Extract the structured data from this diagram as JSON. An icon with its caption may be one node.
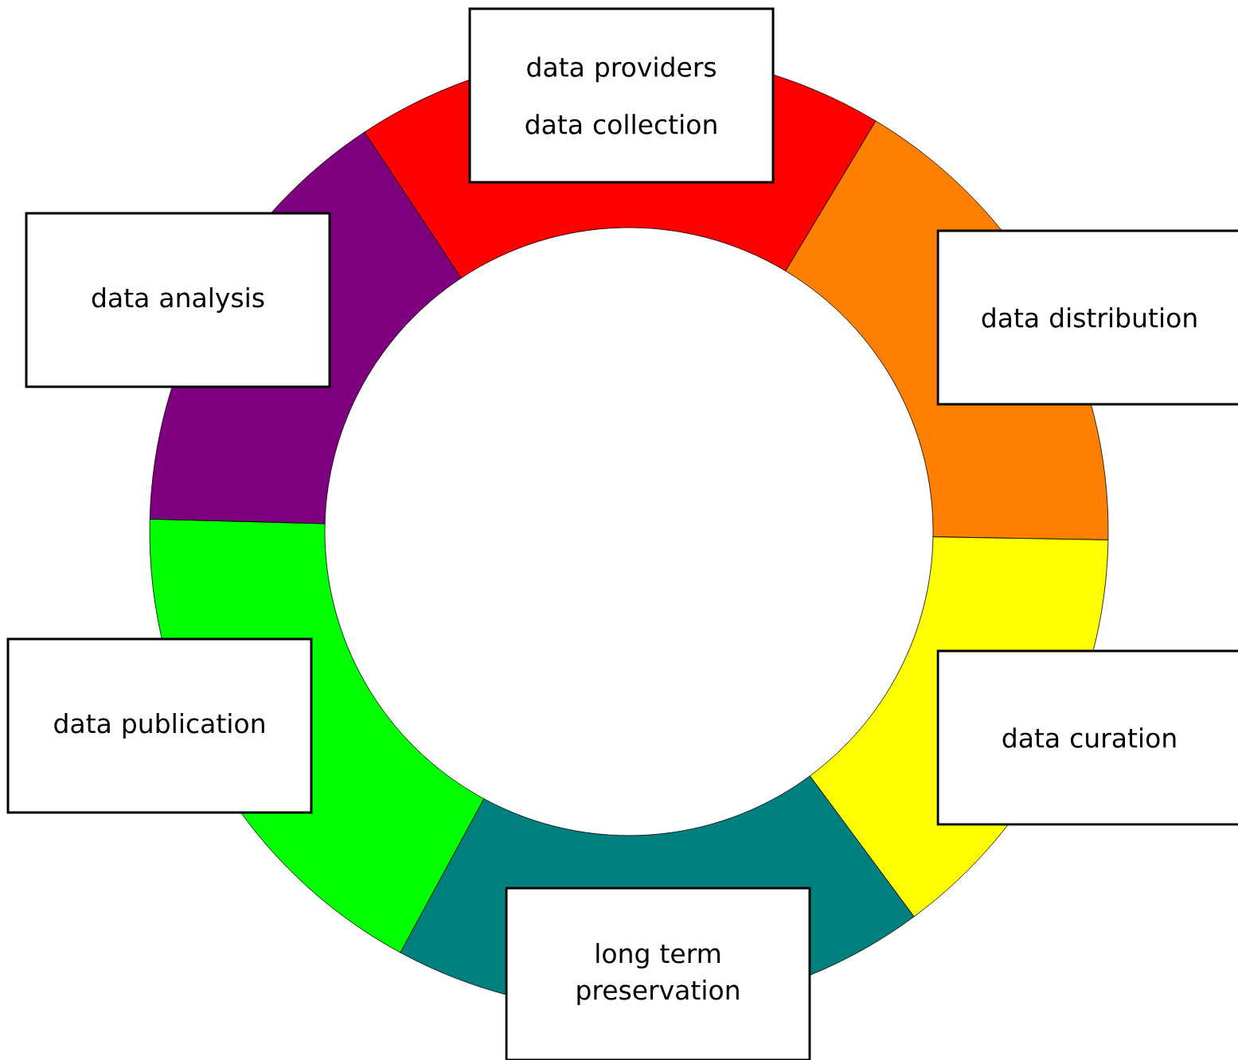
{
  "diagram": {
    "nodes": [
      {
        "text": [
          "data providers",
          "data collection"
        ]
      },
      {
        "text": [
          "data analysis"
        ]
      },
      {
        "text": [
          "data distribution"
        ]
      },
      {
        "text": [
          "data publication"
        ]
      },
      {
        "text": [
          "data curation"
        ]
      },
      {
        "text": [
          "long term preservation"
        ]
      }
    ]
  }
}
